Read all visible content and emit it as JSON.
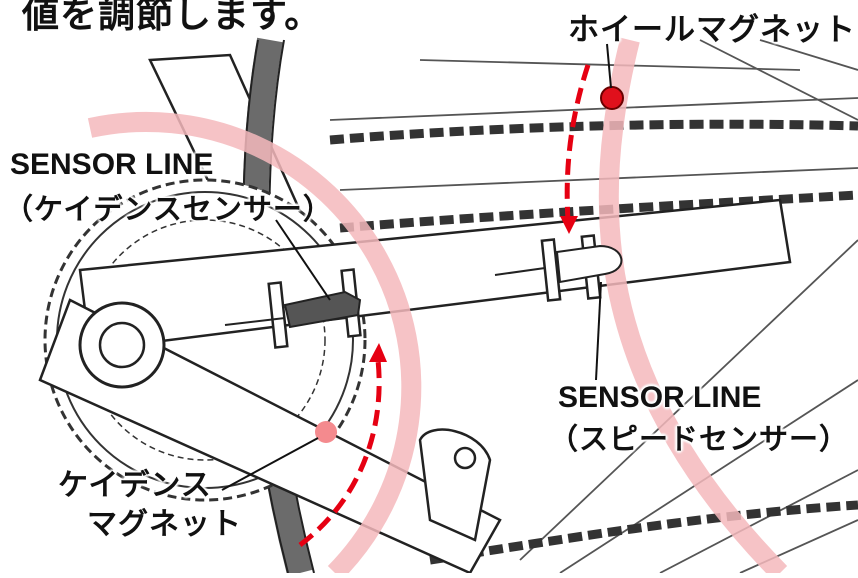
{
  "heading_fragment": "値を調節します。",
  "labels": {
    "wheel_magnet": "ホイールマグネット",
    "cadence_sensor_line_title": "SENSOR LINE",
    "cadence_sensor_line_sub": "（ケイデンスセンサー）",
    "speed_sensor_line_title": "SENSOR LINE",
    "speed_sensor_line_sub": "（スピードセンサー）",
    "cadence_magnet_line1": "ケイデンス",
    "cadence_magnet_line2": "マグネット"
  },
  "colors": {
    "magnet_path_pink": "#f4b8bc",
    "arrow_red": "#e60012",
    "wheel_magnet_red": "#e0101c",
    "cadence_magnet_red": "#f48a8e",
    "line_art": "#222222"
  }
}
